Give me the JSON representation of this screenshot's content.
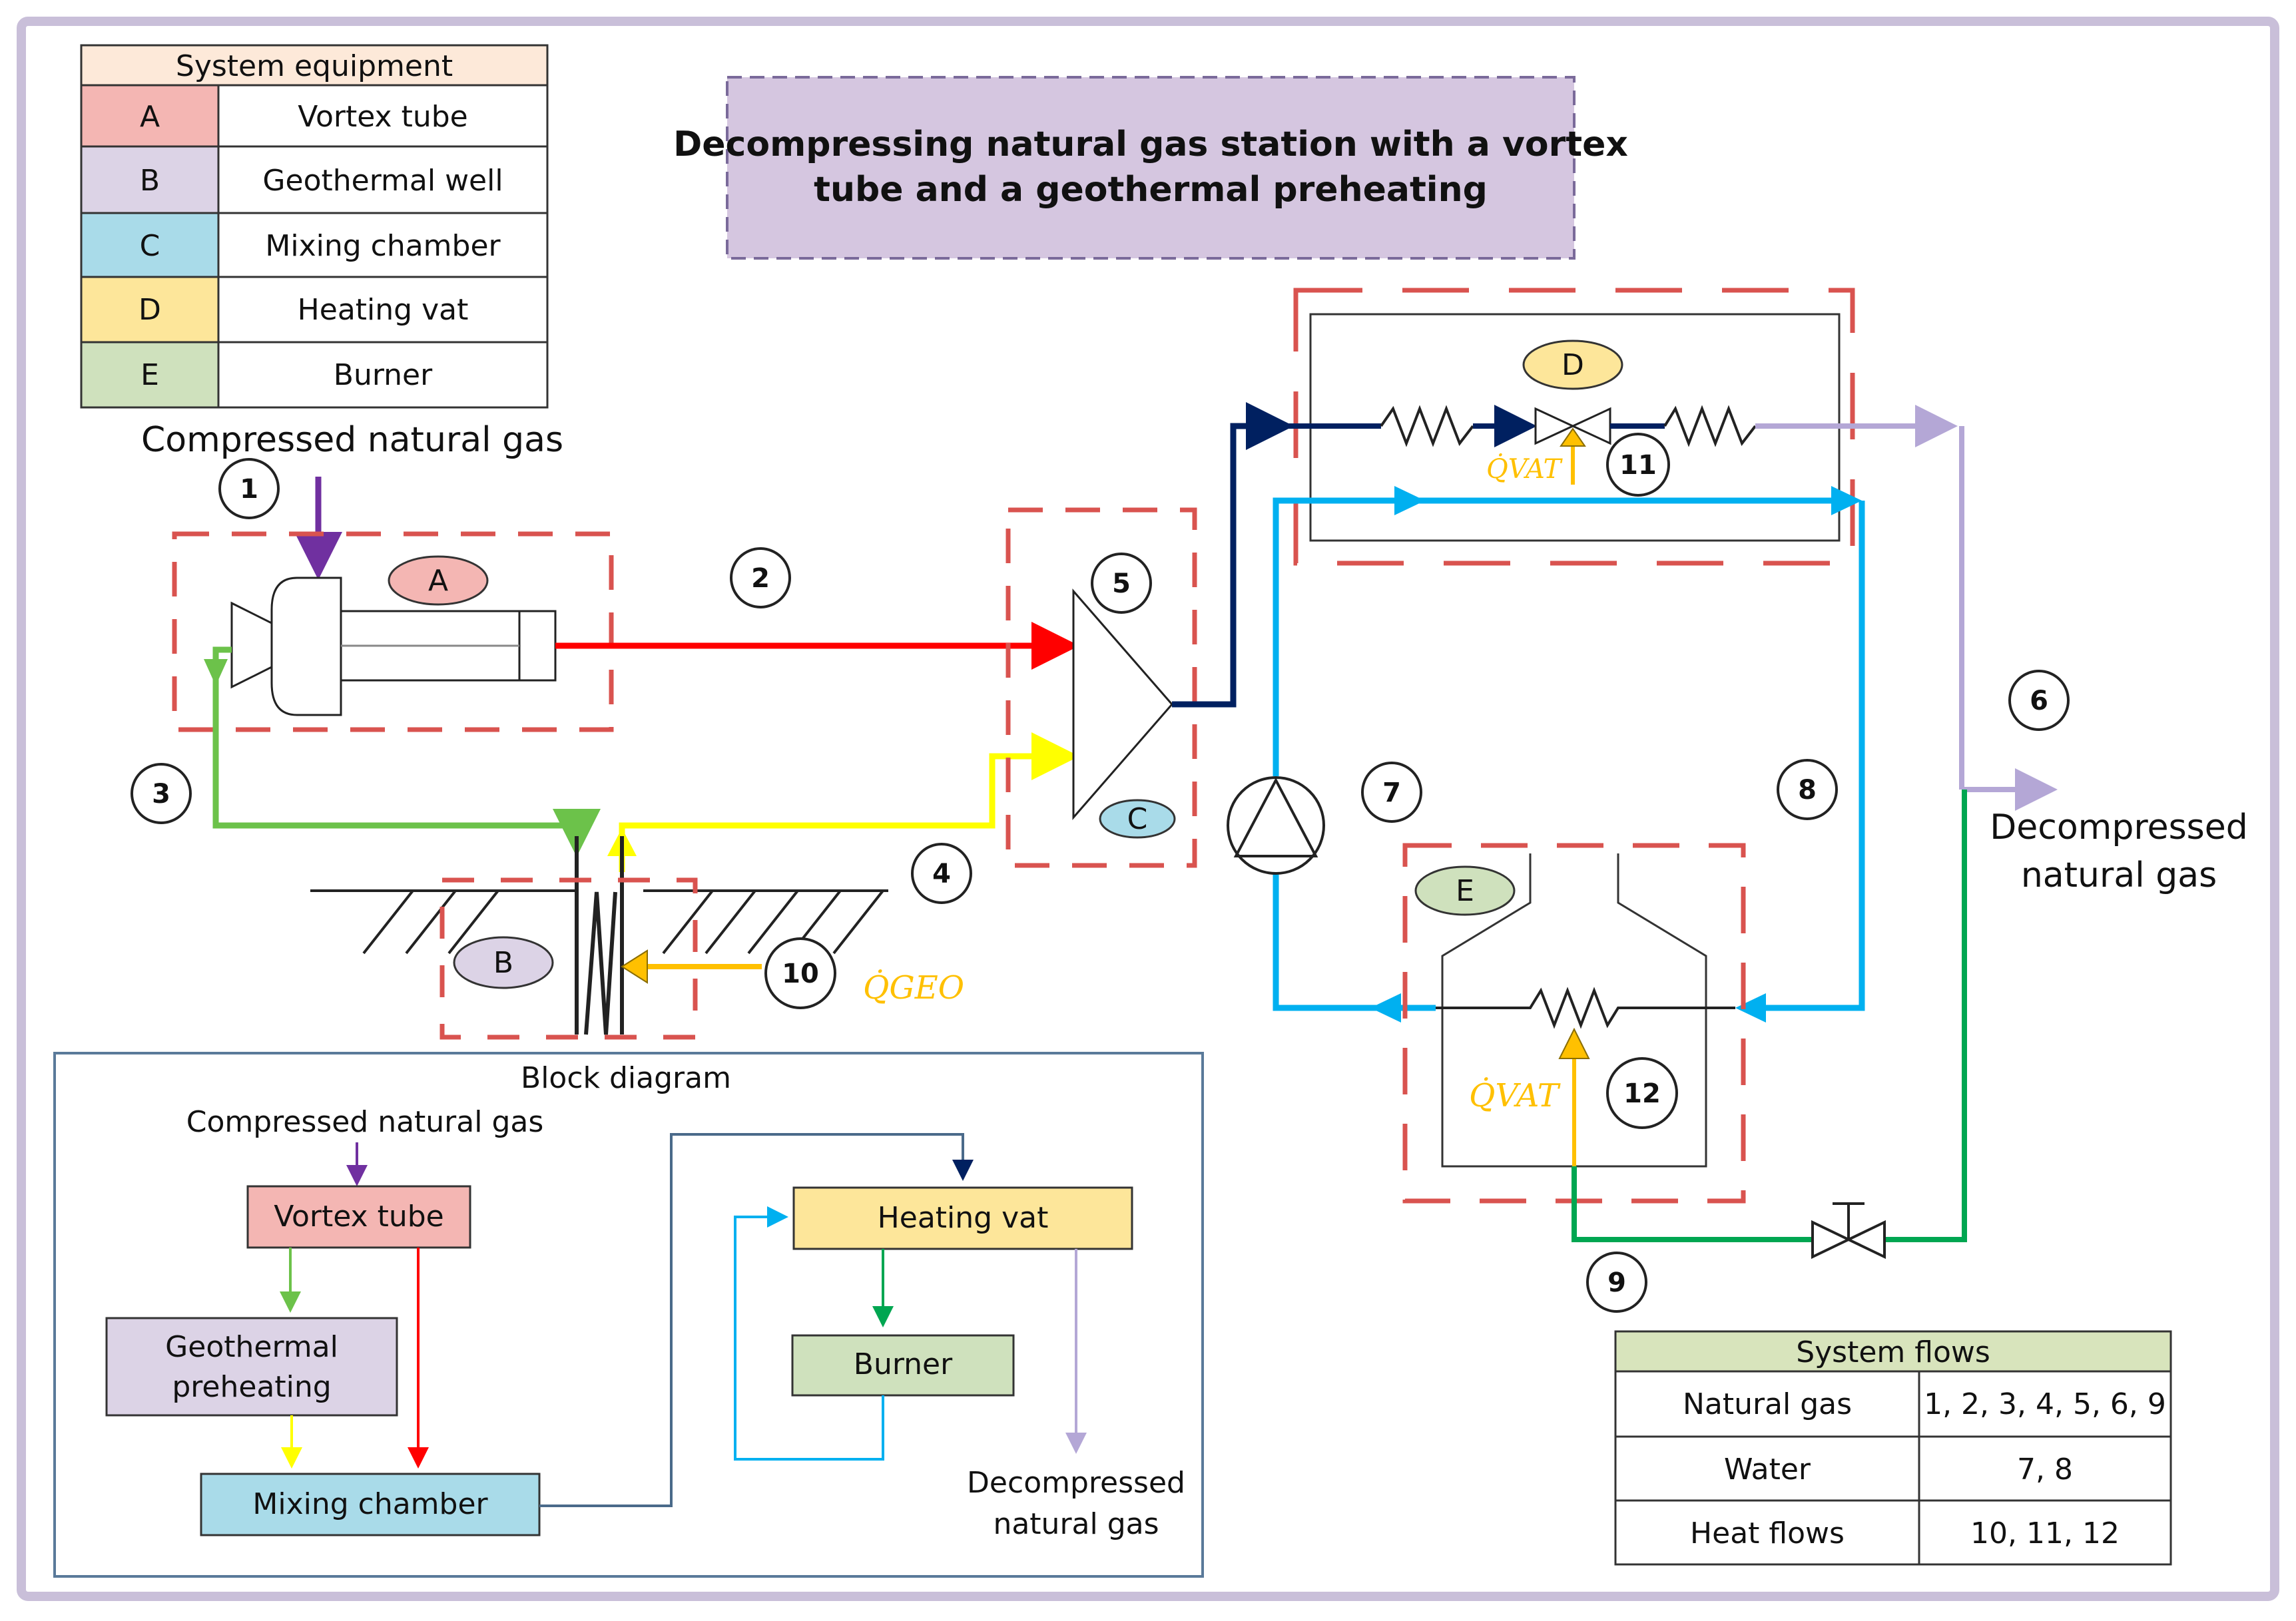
{
  "title": {
    "line1": "Decompressing natural gas station with a vortex",
    "line2": "tube and a geothermal preheating"
  },
  "equipment_table": {
    "header": "System equipment",
    "rows": [
      {
        "code": "A",
        "name": "Vortex tube",
        "color": "#f4b6b3"
      },
      {
        "code": "B",
        "name": "Geothermal well",
        "color": "#dcd3e6"
      },
      {
        "code": "C",
        "name": "Mixing chamber",
        "color": "#a9dbe9"
      },
      {
        "code": "D",
        "name": "Heating vat",
        "color": "#fde69a"
      },
      {
        "code": "E",
        "name": "Burner",
        "color": "#cfe1bd"
      }
    ]
  },
  "flows_table": {
    "header": "System flows",
    "rows": [
      {
        "type": "Natural gas",
        "streams": "1, 2, 3, 4, 5, 6, 9"
      },
      {
        "type": "Water",
        "streams": "7, 8"
      },
      {
        "type": "Heat flows",
        "streams": "10, 11, 12"
      }
    ]
  },
  "diagram": {
    "inlet_label": "Compressed natural gas",
    "outlet_label_line1": "Decompressed",
    "outlet_label_line2": "natural gas",
    "component_tags": [
      "A",
      "B",
      "C",
      "D",
      "E"
    ],
    "stream_numbers": [
      "1",
      "2",
      "3",
      "4",
      "5",
      "6",
      "7",
      "8",
      "9",
      "10",
      "11",
      "12"
    ],
    "heat_labels": {
      "geo": "Q̇GEO",
      "vat_top": "Q̇VAT",
      "vat_bottom": "Q̇VAT"
    }
  },
  "block_diagram": {
    "title": "Block diagram",
    "inlet": "Compressed natural gas",
    "vortex_tube": "Vortex tube",
    "geothermal_line1": "Geothermal",
    "geothermal_line2": "preheating",
    "mixing_chamber": "Mixing chamber",
    "heating_vat": "Heating vat",
    "burner": "Burner",
    "outlet_line1": "Decompressed",
    "outlet_line2": "natural gas"
  },
  "colors": {
    "frame": "#c9bfd9",
    "dashed_box": "#d9534f",
    "inlet_gas": "#7030a0",
    "hot_gas": "#ff0000",
    "cold_gas": "#6cc24a",
    "preheated_gas": "#ffff00",
    "mixed_gas": "#002060",
    "outlet_gas": "#b4a7d6",
    "water": "#00b0f0",
    "fuel_gas": "#00a651",
    "heat": "#ffc000",
    "title_box": "#d5c6e0"
  }
}
